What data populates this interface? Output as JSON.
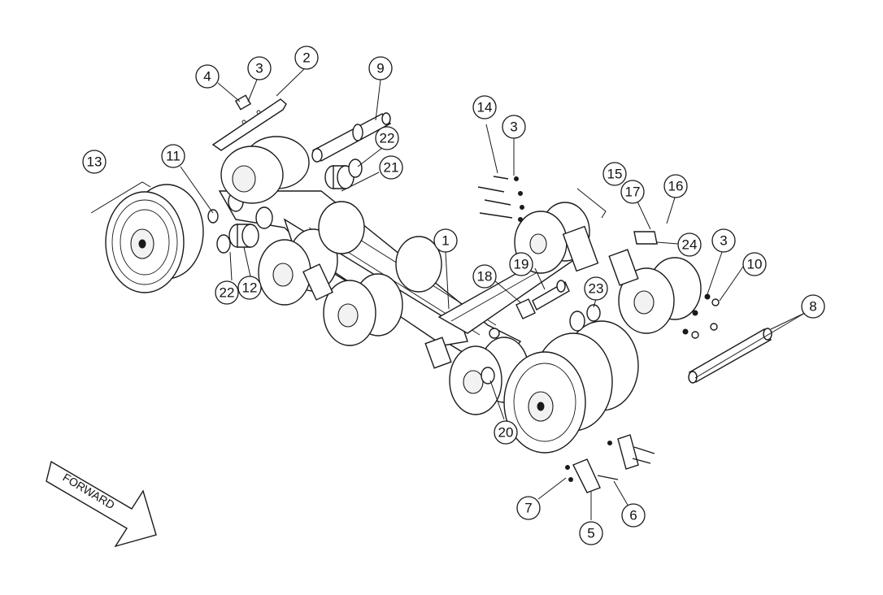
{
  "diagram": {
    "direction_label": "FORWARD",
    "callouts": [
      {
        "id": "c1",
        "label": "1"
      },
      {
        "id": "c2",
        "label": "2"
      },
      {
        "id": "c3a",
        "label": "3"
      },
      {
        "id": "c3b",
        "label": "3"
      },
      {
        "id": "c3c",
        "label": "3"
      },
      {
        "id": "c4",
        "label": "4"
      },
      {
        "id": "c5",
        "label": "5"
      },
      {
        "id": "c6",
        "label": "6"
      },
      {
        "id": "c7",
        "label": "7"
      },
      {
        "id": "c8",
        "label": "8"
      },
      {
        "id": "c9",
        "label": "9"
      },
      {
        "id": "c10",
        "label": "10"
      },
      {
        "id": "c11",
        "label": "11"
      },
      {
        "id": "c12",
        "label": "12"
      },
      {
        "id": "c13",
        "label": "13"
      },
      {
        "id": "c14",
        "label": "14"
      },
      {
        "id": "c15",
        "label": "15"
      },
      {
        "id": "c16",
        "label": "16"
      },
      {
        "id": "c17",
        "label": "17"
      },
      {
        "id": "c18",
        "label": "18"
      },
      {
        "id": "c19",
        "label": "19"
      },
      {
        "id": "c20",
        "label": "20"
      },
      {
        "id": "c21",
        "label": "21"
      },
      {
        "id": "c22a",
        "label": "22"
      },
      {
        "id": "c22b",
        "label": "22"
      },
      {
        "id": "c23",
        "label": "23"
      },
      {
        "id": "c24",
        "label": "24"
      }
    ]
  }
}
